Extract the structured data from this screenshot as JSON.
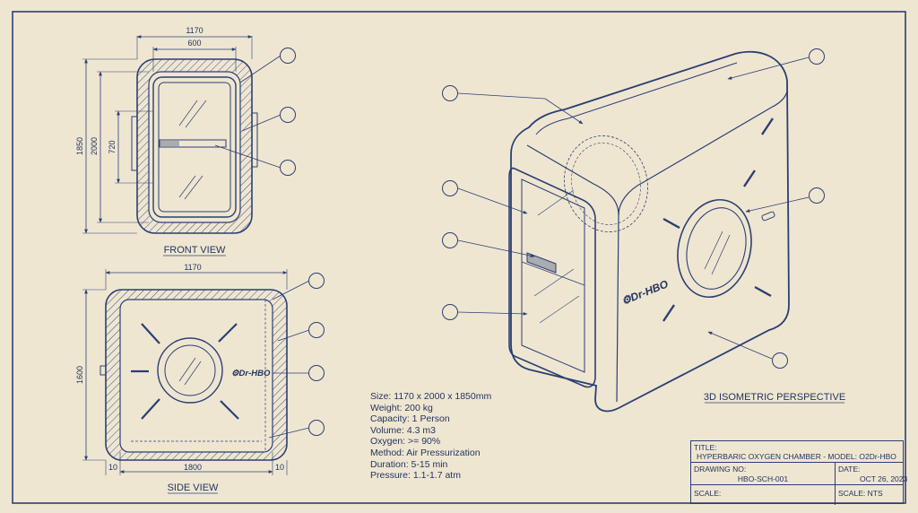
{
  "front_view": {
    "title": "FRONT VIEW",
    "dims": {
      "width_outer": "1170",
      "width_door": "600",
      "height_outer": "1850",
      "height_mid": "2000",
      "height_door": "720"
    }
  },
  "side_view": {
    "title": "SIDE VIEW",
    "logo": "Dr-HBO",
    "dims": {
      "width": "1170",
      "height": "1600",
      "left_wall": "10",
      "inner": "1800",
      "right_wall": "10"
    }
  },
  "iso_view": {
    "title": "3D ISOMETRIC PERSPECTIVE",
    "logo": "Dr-HBO"
  },
  "specs": [
    "Size: 1170 x 2000 x 1850mm",
    "Weight: 200 kg",
    "Capacity: 1 Person",
    "Volume: 4.3 m3",
    "Oxygen: >= 90%",
    "Method: Air Pressurization",
    "Duration: 5-15 min",
    "Pressure: 1.1-1.7 atm"
  ],
  "title_block": {
    "title_label": "TITLE:",
    "title_value": "HYPERBARIC OXYGEN CHAMBER - MODEL: O2Dr-HBO",
    "drawing_no_label": "DRAWING NO:",
    "drawing_no_value": "HBO-SCH-001",
    "date_label": "DATE:",
    "date_value": "OCT 26, 2023",
    "scale_label": "SCALE:",
    "scale_right_label": "SCALE:",
    "scale_value": "NTS"
  },
  "colors": {
    "paper": "#efe6d2",
    "ink": "#2a3f72"
  }
}
